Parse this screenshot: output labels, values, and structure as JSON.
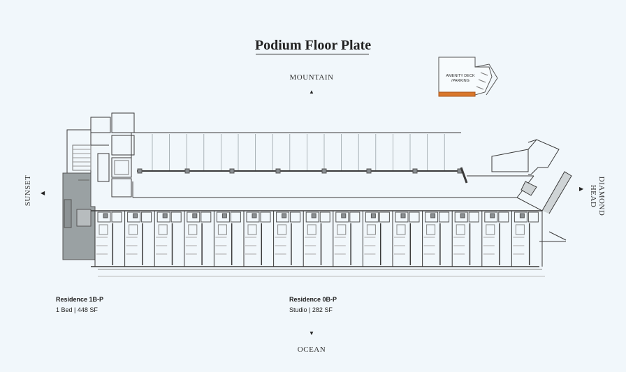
{
  "title": "Podium Floor Plate",
  "directions": {
    "north": "MOUNTAIN",
    "south": "OCEAN",
    "west": "SUNSET",
    "east": "DIAMOND HEAD"
  },
  "key_plan": {
    "label_line1": "AMENITY DECK",
    "label_line2": "/PARKING"
  },
  "residences": [
    {
      "name": "Residence 1B-P",
      "details": "1 Bed | 448 SF"
    },
    {
      "name": "Residence 0B-P",
      "details": "Studio | 282 SF"
    }
  ],
  "colors": {
    "background": "#f1f7fb",
    "highlight_unit": "#9aa1a3",
    "line": "#3a3a3a",
    "key_plan_accent": "#d9772b"
  }
}
